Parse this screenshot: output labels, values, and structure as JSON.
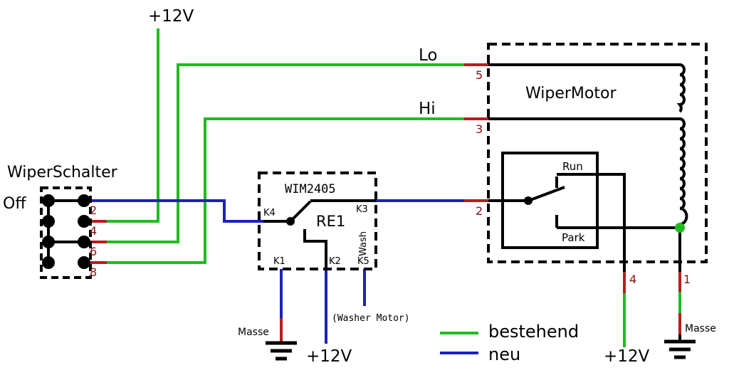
{
  "colors": {
    "existing": "#21bb21",
    "new": "#1b22b8",
    "wire": "#000000",
    "pin_stub": "#b51e1e",
    "pin_text": "#8b1010",
    "ground_node": "#21bb21"
  },
  "labels": {
    "plus12_top": "+12V",
    "plus12_relay": "+12V",
    "plus12_motor": "+12V",
    "lo": "Lo",
    "hi": "Hi",
    "switch_title": "WiperSchalter",
    "switch_off": "Off",
    "motor_title": "WiperMotor",
    "relay_title": "WIM2405",
    "relay_name": "RE1",
    "relay_wash": "Wash",
    "k1": "K1",
    "k2": "K2",
    "k3": "K3",
    "k4": "K4",
    "k5": "K5",
    "run": "Run",
    "park": "Park",
    "masse_relay": "Masse",
    "masse_motor": "Masse",
    "washer_motor": "(Washer Motor)",
    "switch_pin_2": "2",
    "switch_pin_4": "4",
    "switch_pin_6": "6",
    "switch_pin_8": "8",
    "motor_pin_5": "5",
    "motor_pin_3": "3",
    "motor_pin_2": "2",
    "motor_pin_4": "4",
    "motor_pin_1": "1"
  },
  "legend": {
    "existing_label": "bestehend",
    "new_label": "neu"
  }
}
